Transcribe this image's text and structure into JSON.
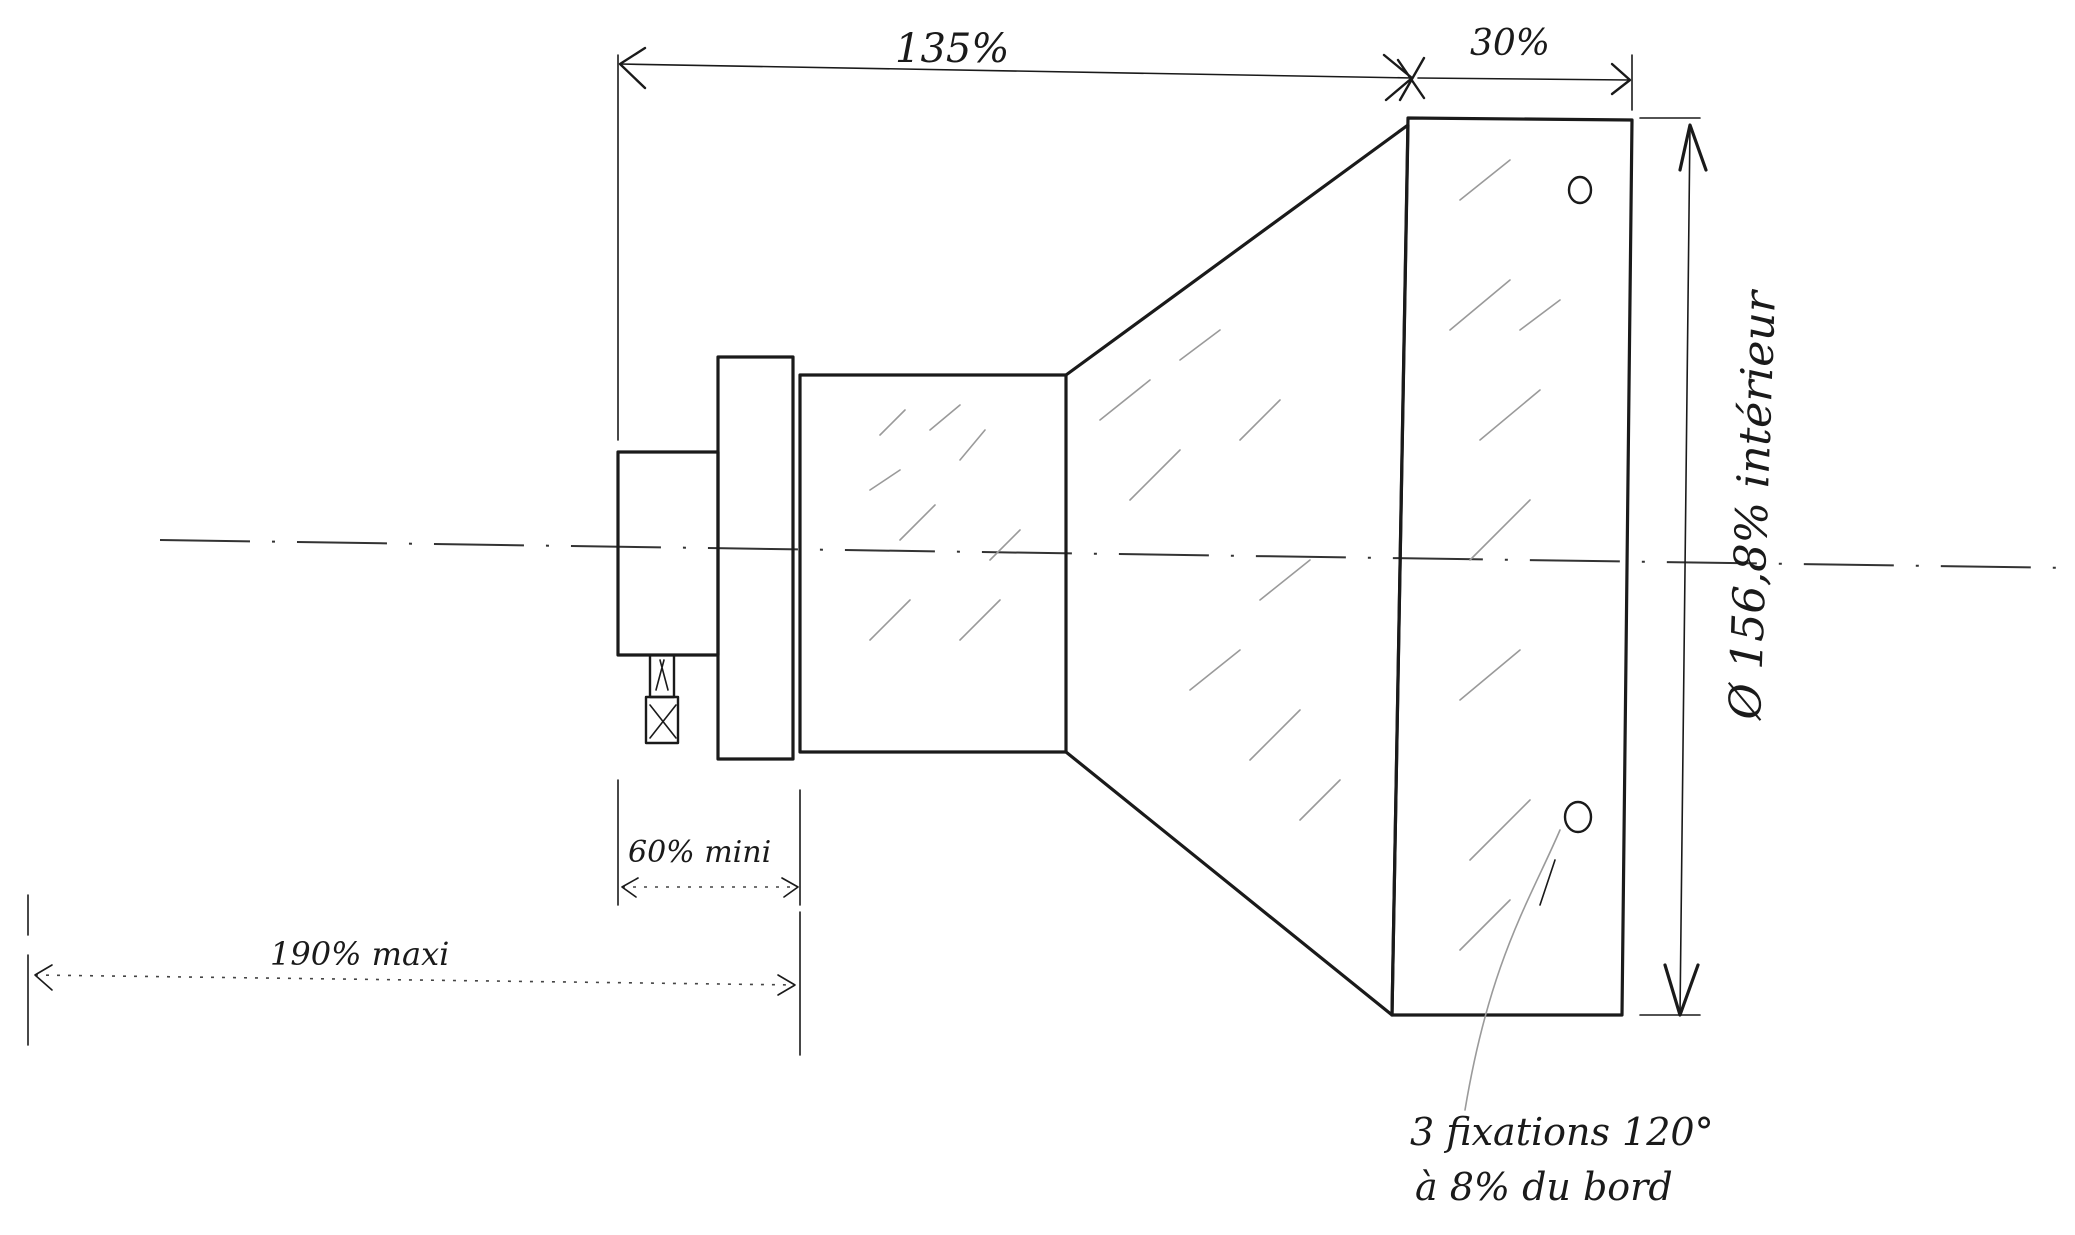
{
  "dimensions": {
    "length_total": "135%",
    "flange_width": "30%",
    "diameter": "Ø 156,8% intérieur",
    "min_length": "60% mini",
    "max_length": "190% maxi"
  },
  "annotation": {
    "line1": "3 fixations 120°",
    "line2": "à 8% du bord"
  }
}
